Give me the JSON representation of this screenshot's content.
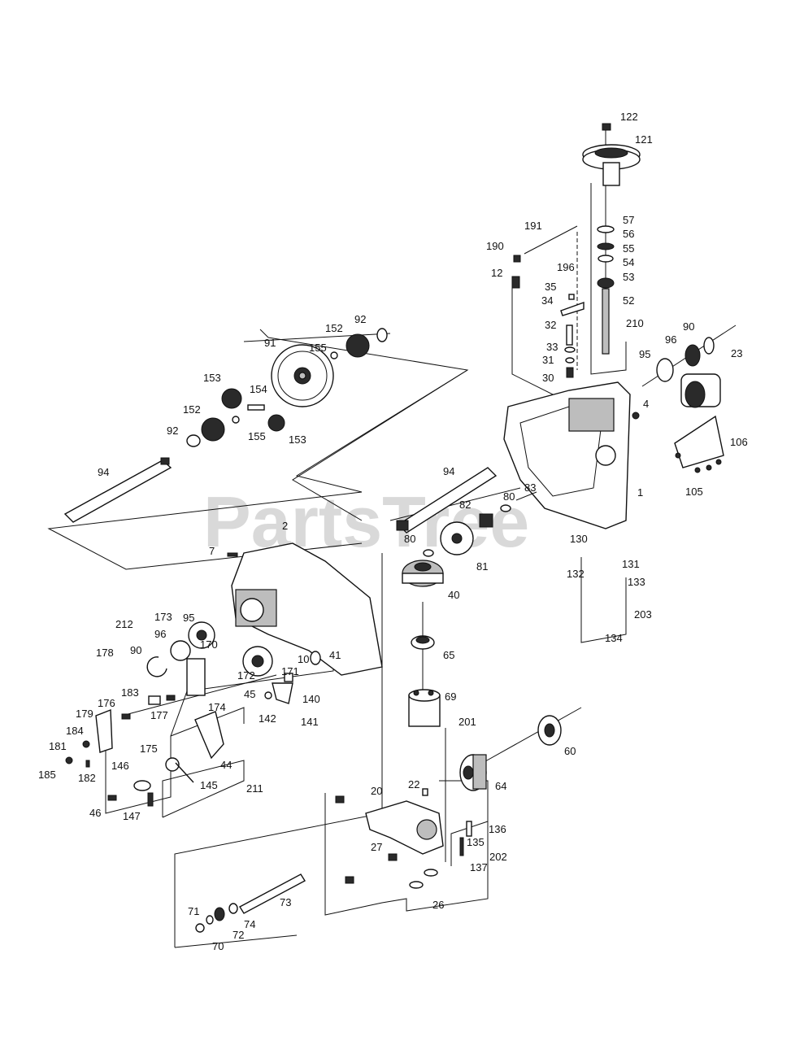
{
  "watermark": "PartsTree",
  "colors": {
    "ink": "#111111",
    "watermark": "#d9d9d9",
    "background": "#ffffff"
  },
  "labels": [
    "122",
    "121",
    "57",
    "56",
    "55",
    "54",
    "53",
    "52",
    "210",
    "191",
    "190",
    "196",
    "12",
    "35",
    "34",
    "32",
    "33",
    "31",
    "30",
    "92",
    "152",
    "91",
    "155",
    "153",
    "154",
    "152",
    "155",
    "153",
    "92",
    "94",
    "90",
    "96",
    "95",
    "23",
    "4",
    "106",
    "105",
    "1",
    "94",
    "80",
    "83",
    "82",
    "80",
    "81",
    "130",
    "132",
    "131",
    "133",
    "203",
    "134",
    "2",
    "7",
    "40",
    "65",
    "69",
    "201",
    "60",
    "64",
    "22",
    "20",
    "136",
    "135",
    "202",
    "137",
    "27",
    "26",
    "73",
    "74",
    "72",
    "71",
    "70",
    "173",
    "95",
    "212",
    "96",
    "90",
    "178",
    "170",
    "183",
    "176",
    "177",
    "174",
    "172",
    "171",
    "10",
    "41",
    "45",
    "140",
    "141",
    "142",
    "179",
    "184",
    "181",
    "182",
    "185",
    "175",
    "44",
    "146",
    "145",
    "211",
    "46",
    "147"
  ]
}
